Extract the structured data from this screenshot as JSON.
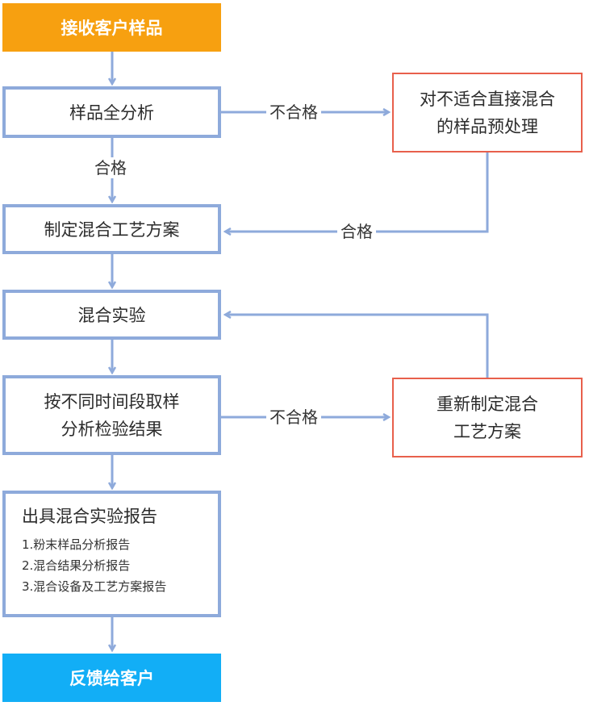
{
  "nodes": {
    "receive": "接收客户样品",
    "full_analysis": "样品全分析",
    "pretreat_line1": "对不适合直接混合",
    "pretreat_line2": "的样品预处理",
    "plan": "制定混合工艺方案",
    "experiment": "混合实验",
    "sampling_line1": "按不同时间段取样",
    "sampling_line2": "分析检验结果",
    "replan_line1": "重新制定混合",
    "replan_line2": "工艺方案",
    "report_title": "出具混合实验报告",
    "report_items": [
      "1.粉末样品分析报告",
      "2.混合结果分析报告",
      "3.混合设备及工艺方案报告"
    ],
    "feedback": "反馈给客户"
  },
  "edge_labels": {
    "fail_1": "不合格",
    "pass_1": "合格",
    "pass_2": "合格",
    "fail_2": "不合格"
  },
  "colors": {
    "start": "#f7a010",
    "end": "#12aef6",
    "box_border": "#8eaadb",
    "alt_border": "#e8604c",
    "arrow": "#8eaadb"
  }
}
